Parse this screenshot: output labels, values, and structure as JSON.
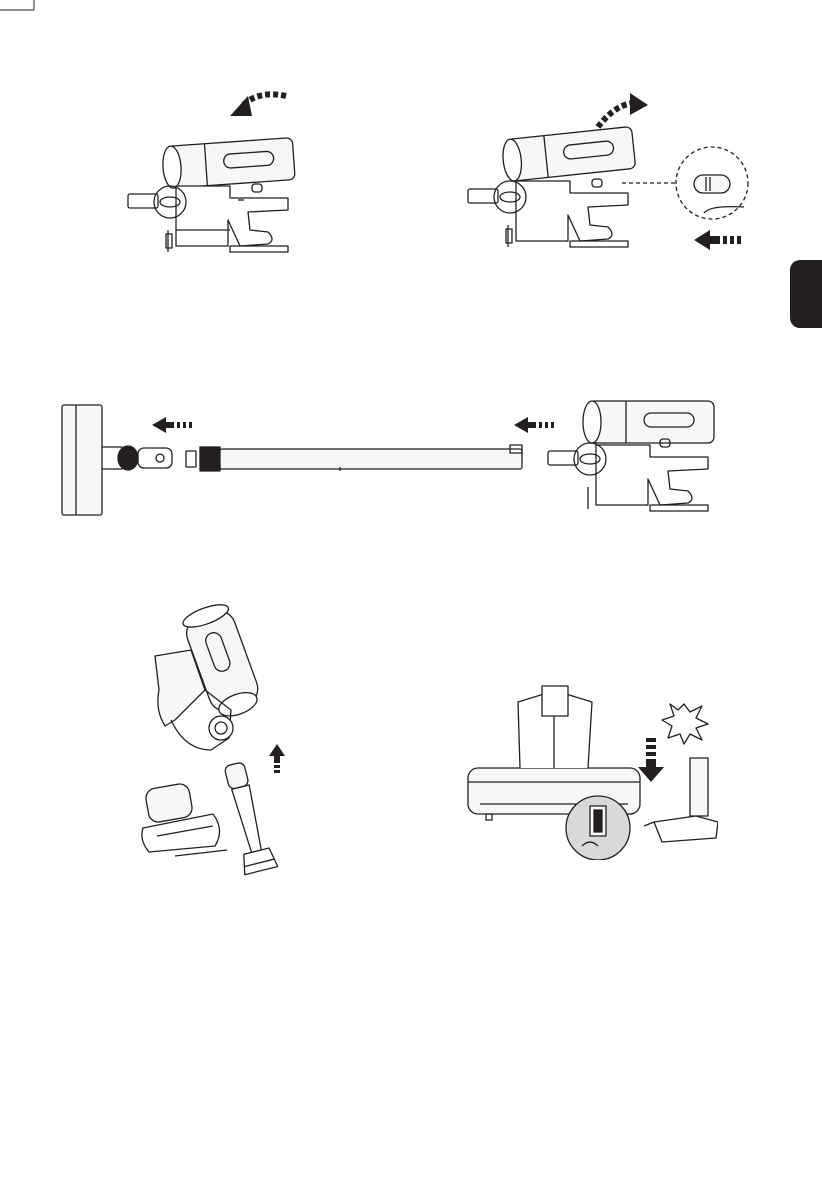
{
  "page": {
    "background": "#ffffff",
    "ink_color": "#231f20",
    "body_gray": "#f7f7f7",
    "tab_color": "#231f20"
  },
  "illustrations": [
    {
      "id": "fig-remove-dust-cup",
      "arrow": "curved-arrow-left-icon"
    },
    {
      "id": "fig-attach-dust-cup",
      "arrow": "curved-arrow-right-icon",
      "detail": "power-switch-detail"
    },
    {
      "id": "fig-assemble-tube-brush",
      "arrows": [
        "push-arrow-left-icon",
        "push-arrow-left-icon"
      ]
    },
    {
      "id": "fig-attach-accessory",
      "arrow": "push-arrow-up-icon"
    },
    {
      "id": "fig-wall-mount-dock",
      "arrow": "push-arrow-down-icon",
      "detail": "click-burst-icon"
    }
  ]
}
